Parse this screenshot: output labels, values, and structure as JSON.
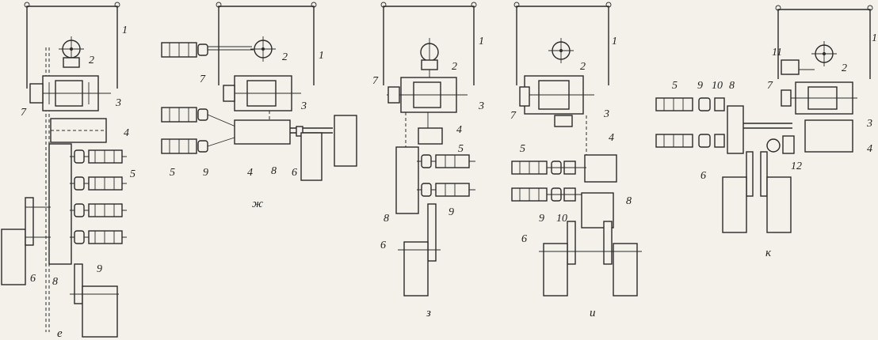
{
  "panels": [
    {
      "id": "e",
      "caption": "е",
      "labels": {
        "l1": "1",
        "l2": "2",
        "l3": "3",
        "l4": "4",
        "l5": "5",
        "l6": "6",
        "l7": "7",
        "l8": "8",
        "l9": "9"
      }
    },
    {
      "id": "zh",
      "caption": "ж",
      "labels": {
        "l1": "1",
        "l2": "2",
        "l3": "3",
        "l4": "4",
        "l5": "5",
        "l6": "6",
        "l7": "7",
        "l8": "8",
        "l9": "9"
      }
    },
    {
      "id": "z",
      "caption": "з",
      "labels": {
        "l1": "1",
        "l2": "2",
        "l3": "3",
        "l4": "4",
        "l5": "5",
        "l6": "6",
        "l7": "7",
        "l8": "8",
        "l9": "9"
      }
    },
    {
      "id": "i",
      "caption": "и",
      "labels": {
        "l1": "1",
        "l2": "2",
        "l3": "3",
        "l4": "4",
        "l5": "5",
        "l6": "6",
        "l7": "7",
        "l8": "8",
        "l9": "9",
        "l10": "10"
      }
    },
    {
      "id": "k",
      "caption": "к",
      "labels": {
        "l1": "1",
        "l2": "2",
        "l3": "3",
        "l4": "4",
        "l5": "5",
        "l6": "6",
        "l7": "7",
        "l8": "8",
        "l9": "9",
        "l10": "10",
        "l11": "11",
        "l12": "12"
      }
    }
  ]
}
